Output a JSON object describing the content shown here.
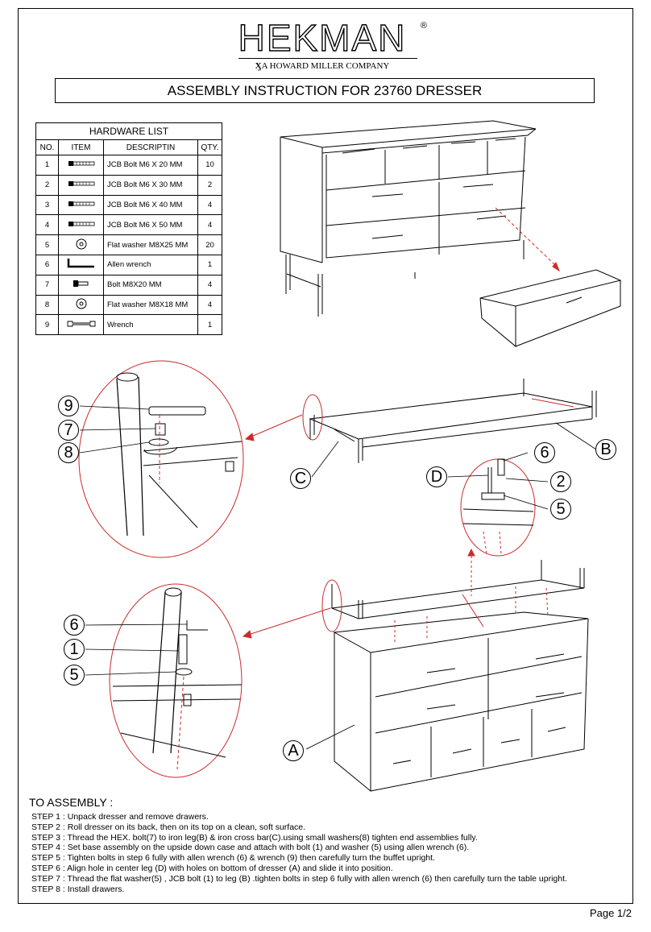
{
  "brand": {
    "name": "HEKMAN",
    "reg_mark": "®",
    "subtitle": "A HOWARD MILLER COMPANY"
  },
  "title": "ASSEMBLY INSTRUCTION FOR 23760 DRESSER",
  "hardware": {
    "caption": "HARDWARE LIST",
    "headers": [
      "NO.",
      "ITEM",
      "DESCRIPTIN",
      "QTY."
    ],
    "rows": [
      {
        "no": "1",
        "icon": "bolt-icon",
        "desc": "JCB Bolt M6 X 20 MM",
        "qty": "10"
      },
      {
        "no": "2",
        "icon": "bolt-icon",
        "desc": "JCB Bolt M6 X 30 MM",
        "qty": "2"
      },
      {
        "no": "3",
        "icon": "bolt-icon",
        "desc": "JCB Bolt M6 X 40 MM",
        "qty": "4"
      },
      {
        "no": "4",
        "icon": "bolt-icon",
        "desc": "JCB Bolt M6 X 50 MM",
        "qty": "4"
      },
      {
        "no": "5",
        "icon": "washer-icon",
        "desc": "Flat washer M8X25 MM",
        "qty": "20"
      },
      {
        "no": "6",
        "icon": "allen-wrench-icon",
        "desc": "Allen wrench",
        "qty": "1"
      },
      {
        "no": "7",
        "icon": "hex-bolt-icon",
        "desc": "Bolt M8X20 MM",
        "qty": "4"
      },
      {
        "no": "8",
        "icon": "washer-icon",
        "desc": "Flat washer M8X18 MM",
        "qty": "4"
      },
      {
        "no": "9",
        "icon": "wrench-icon",
        "desc": "Wrench",
        "qty": "1"
      }
    ]
  },
  "callouts": {
    "c9": "9",
    "c7": "7",
    "c8": "8",
    "cC": "C",
    "cB": "B",
    "cD": "D",
    "c6a": "6",
    "c2": "2",
    "c5a": "5",
    "c6b": "6",
    "c1": "1",
    "c5b": "5",
    "cA": "A"
  },
  "steps": {
    "heading": "TO ASSEMBLY :",
    "items": [
      "STEP 1 : Unpack dresser and remove drawers.",
      "STEP 2 : Roll dresser on its back, then on its top on a clean, soft surface.",
      "STEP 3 : Thread the  HEX. bolt(7) to iron leg(B) & iron cross bar(C).using small washers(8) tighten end assemblies fully.",
      "STEP 4 : Set base assembly on the upside down case  and attach with bolt (1) and  washer (5) using allen wrench (6).",
      "STEP 5 : Tighten bolts in step 6 fully with allen wrench (6) & wrench (9) then carefully turn the buffet upright.",
      "STEP 6 : Align hole in center leg (D) with holes on bottom of  dresser (A) and slide it into position.",
      "STEP 7 : Thread the flat washer(5) , JCB bolt (1) to leg (B) .tighten bolts in step 6  fully with allen wrench (6) then carefully turn the table upright.",
      "STEP 8 : Install drawers."
    ]
  },
  "page": "Page 1/2",
  "colors": {
    "accent": "#cc2b2b",
    "ink": "#000000"
  }
}
